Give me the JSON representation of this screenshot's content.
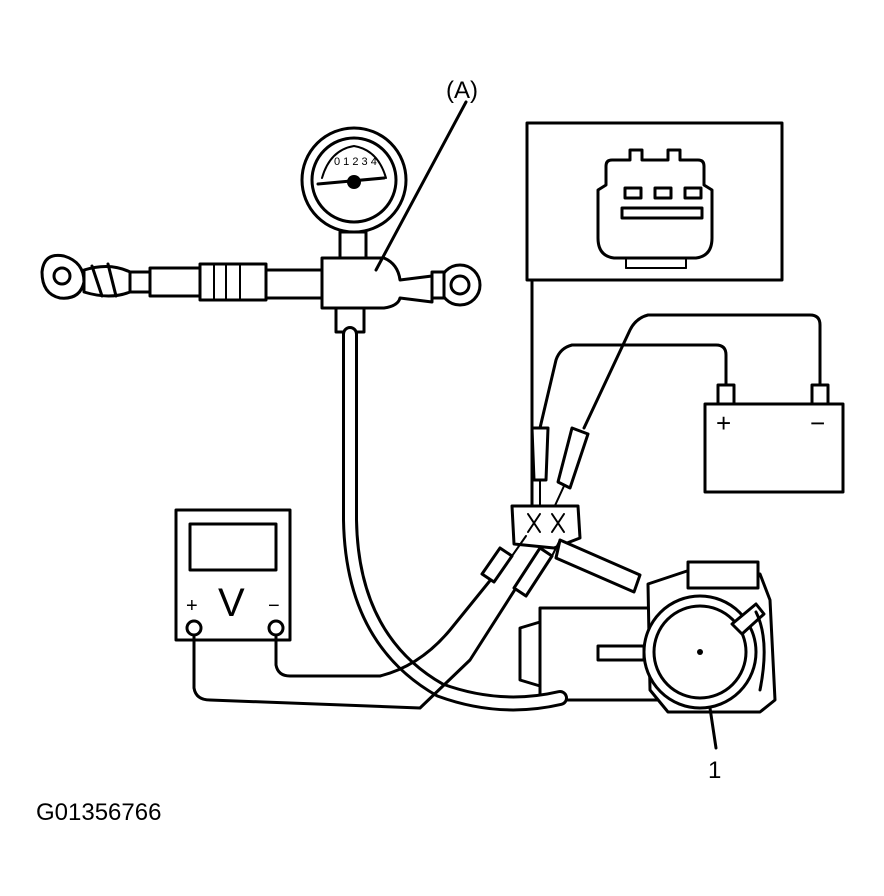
{
  "labels": {
    "gauge_label": "(A)",
    "pump_label": "1",
    "voltmeter_symbol": "V",
    "voltmeter_plus": "+",
    "voltmeter_minus": "−",
    "battery_plus": "+",
    "battery_minus": "−",
    "figure_id": "G01356766"
  }
}
